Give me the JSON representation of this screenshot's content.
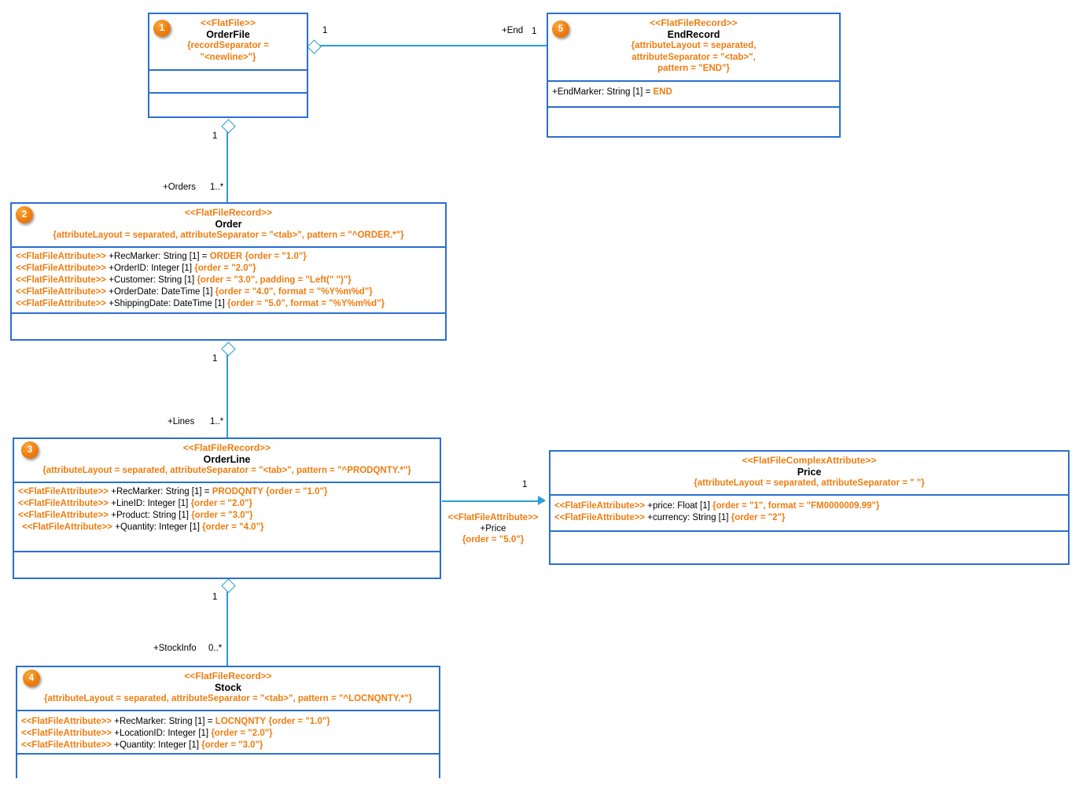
{
  "diagram": {
    "type": "uml-class-diagram",
    "colors": {
      "class_border": "#2b6fd0",
      "connector": "#2e9bd6",
      "stereotype_text": "#ef7d10",
      "property_text": "#ef7d10",
      "badge": "#ef7d10",
      "class_name_text": "#000000",
      "background": "#ffffff"
    }
  },
  "classes": [
    {
      "id": "orderfile",
      "badge": "1",
      "stereotype": "<<FlatFile>>",
      "name": "OrderFile",
      "properties": [
        "{recordSeparator =",
        "\"<newline>\"}"
      ],
      "attributes": [],
      "operations": []
    },
    {
      "id": "endrecord",
      "badge": "5",
      "stereotype": "<<FlatFileRecord>>",
      "name": "EndRecord",
      "properties": [
        "{attributeLayout = separated,",
        "attributeSeparator = \"<tab>\",",
        "pattern = \"END\"}"
      ],
      "attributes": [
        {
          "stereotype": "",
          "signature": "+EndMarker: String [1] = ",
          "default": "END",
          "tags": ""
        }
      ],
      "operations": []
    },
    {
      "id": "order",
      "badge": "2",
      "stereotype": "<<FlatFileRecord>>",
      "name": "Order",
      "properties": [
        "{attributeLayout = separated, attributeSeparator = \"<tab>\", pattern = \"^ORDER.*\"}"
      ],
      "attributes": [
        {
          "stereotype": "<<FlatFileAttribute>>",
          "signature": "+RecMarker: String [1] = ",
          "default": "ORDER",
          "tags": "{order = \"1.0\"}"
        },
        {
          "stereotype": "<<FlatFileAttribute>>",
          "signature": "+OrderID: Integer [1] ",
          "default": "",
          "tags": "{order = \"2.0\"}"
        },
        {
          "stereotype": "<<FlatFileAttribute>>",
          "signature": "+Customer: String [1] ",
          "default": "",
          "tags": "{order = \"3.0\", padding = \"Left(\" \")\"}"
        },
        {
          "stereotype": "<<FlatFileAttribute>>",
          "signature": "+OrderDate: DateTime [1] ",
          "default": "",
          "tags": "{order = \"4.0\", format = \"%Y%m%d\"}"
        },
        {
          "stereotype": "<<FlatFileAttribute>>",
          "signature": "+ShippingDate: DateTime [1] ",
          "default": "",
          "tags": "{order = \"5.0\", format = \"%Y%m%d\"}"
        }
      ],
      "operations": []
    },
    {
      "id": "orderline",
      "badge": "3",
      "stereotype": "<<FlatFileRecord>>",
      "name": "OrderLine",
      "properties": [
        "{attributeLayout = separated, attributeSeparator = \"<tab>\", pattern = \"^PRODQNTY.*\"}"
      ],
      "attributes": [
        {
          "stereotype": "<<FlatFileAttribute>>",
          "signature": "+RecMarker: String [1] = ",
          "default": "PRODQNTY",
          "tags": "{order = \"1.0\"}"
        },
        {
          "stereotype": "<<FlatFileAttribute>>",
          "signature": "+LineID: Integer [1] ",
          "default": "",
          "tags": "{order = \"2.0\"}"
        },
        {
          "stereotype": "<<FlatFileAttribute>>",
          "signature": "+Product: String [1] ",
          "default": "",
          "tags": "{order = \"3.0\"}"
        },
        {
          "stereotype": "<<FlatFileAttribute>>",
          "signature": "+Quantity: Integer [1] ",
          "default": "",
          "tags": "{order = \"4.0\"}"
        }
      ],
      "operations": []
    },
    {
      "id": "stock",
      "badge": "4",
      "stereotype": "<<FlatFileRecord>>",
      "name": "Stock",
      "properties": [
        "{attributeLayout = separated, attributeSeparator = \"<tab>\", pattern = \"^LOCNQNTY.*\"}"
      ],
      "attributes": [
        {
          "stereotype": "<<FlatFileAttribute>>",
          "signature": "+RecMarker: String [1] = ",
          "default": "LOCNQNTY",
          "tags": "{order = \"1.0\"}"
        },
        {
          "stereotype": "<<FlatFileAttribute>>",
          "signature": "+LocationID: Integer [1] ",
          "default": "",
          "tags": "{order = \"2.0\"}"
        },
        {
          "stereotype": "<<FlatFileAttribute>>",
          "signature": "+Quantity: Integer [1] ",
          "default": "",
          "tags": "{order = \"3.0\"}"
        }
      ],
      "operations": []
    },
    {
      "id": "price",
      "badge": "",
      "stereotype": "<<FlatFileComplexAttribute>>",
      "name": "Price",
      "properties": [
        "{attributeLayout = separated, attributeSeparator = \" \"}"
      ],
      "attributes": [
        {
          "stereotype": "<<FlatFileAttribute>>",
          "signature": "+price: Float [1] ",
          "default": "",
          "tags": "{order = \"1\", format = \"FM0000009.99\"}"
        },
        {
          "stereotype": "<<FlatFileAttribute>>",
          "signature": "+currency: String [1] ",
          "default": "",
          "tags": "{order = \"2\"}"
        }
      ],
      "operations": []
    }
  ],
  "connectors": [
    {
      "id": "orderfile-endrecord",
      "kind": "aggregation",
      "source": "OrderFile",
      "target": "EndRecord",
      "source_multiplicity": "1",
      "target_role": "+End",
      "target_multiplicity": "1"
    },
    {
      "id": "orderfile-order",
      "kind": "aggregation",
      "source": "OrderFile",
      "target": "Order",
      "source_multiplicity": "1",
      "target_role": "+Orders",
      "target_multiplicity": "1..*"
    },
    {
      "id": "order-orderline",
      "kind": "aggregation",
      "source": "Order",
      "target": "OrderLine",
      "source_multiplicity": "1",
      "target_role": "+Lines",
      "target_multiplicity": "1..*"
    },
    {
      "id": "orderline-stock",
      "kind": "aggregation",
      "source": "OrderLine",
      "target": "Stock",
      "source_multiplicity": "1",
      "target_role": "+StockInfo",
      "target_multiplicity": "0..*"
    },
    {
      "id": "orderline-price",
      "kind": "association",
      "source": "OrderLine",
      "target": "Price",
      "source_multiplicity": "",
      "target_stereotype": "<<FlatFileAttribute>>",
      "target_role": "+Price",
      "target_tags": "{order = \"5.0\"}",
      "target_multiplicity": "1"
    }
  ]
}
